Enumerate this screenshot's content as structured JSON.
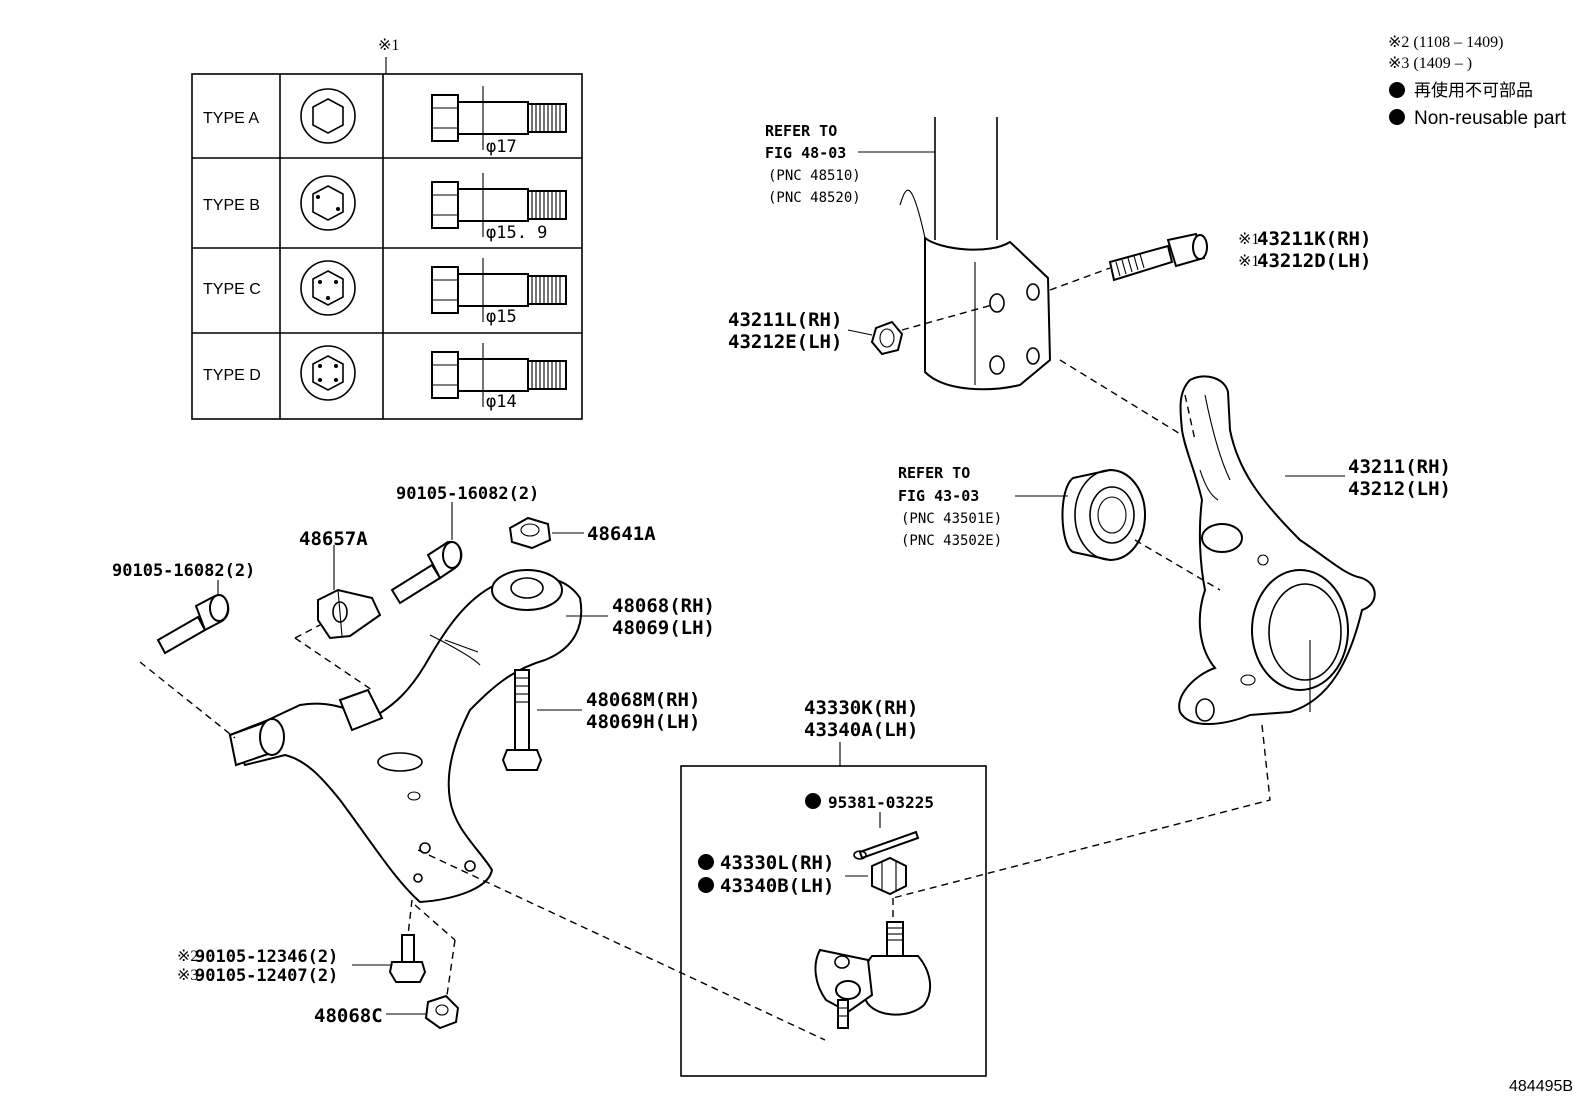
{
  "legend": {
    "note2": "※2 (1108 – 1409)",
    "note3": "※3 (1409 –       )",
    "non_reusable_jp": "再使用不可部品",
    "non_reusable_en": "Non-reusable part",
    "bullet_color": "#000000"
  },
  "type_table": {
    "marker": "※1",
    "rows": [
      {
        "label": "TYPE A",
        "dim": "φ17"
      },
      {
        "label": "TYPE B",
        "dim": "φ15. 9"
      },
      {
        "label": "TYPE C",
        "dim": "φ15"
      },
      {
        "label": "TYPE D",
        "dim": "φ14"
      }
    ]
  },
  "refs": {
    "strut": {
      "line1": "REFER TO",
      "line2": "FIG 48-03",
      "pnc1": "(PNC 48510)",
      "pnc2": "(PNC 48520)"
    },
    "bearing": {
      "line1": "REFER TO",
      "line2": "FIG 43-03",
      "pnc1": "(PNC 43501E)",
      "pnc2": "(PNC 43502E)"
    }
  },
  "parts": {
    "bolt_43211K": {
      "mark": "※1",
      "rh": "43211K(RH)",
      "lh": "43212D(LH)"
    },
    "nut_43211L": {
      "rh": "43211L(RH)",
      "lh": "43212E(LH)"
    },
    "knuckle": {
      "rh": "43211(RH)",
      "lh": "43212(LH)"
    },
    "bolt_left": "90105-16082(2)",
    "bolt_top": "90105-16082(2)",
    "bracket": "48657A",
    "nut_48641A": "48641A",
    "arm": {
      "rh": "48068(RH)",
      "lh": "48069(LH)"
    },
    "arm_bolt": {
      "rh": "48068M(RH)",
      "lh": "48069H(LH)"
    },
    "balljoint": {
      "rh": "43330K(RH)",
      "lh": "43340A(LH)"
    },
    "cotter": "95381-03225",
    "bj_nut": {
      "rh": "43330L(RH)",
      "lh": "43340B(LH)"
    },
    "bolt_small": {
      "mark2": "※2",
      "p2": "90105-12346(2)",
      "mark3": "※3",
      "p3": "90105-12407(2)"
    },
    "nut_48068C": "48068C"
  },
  "figure_id": "484495B"
}
